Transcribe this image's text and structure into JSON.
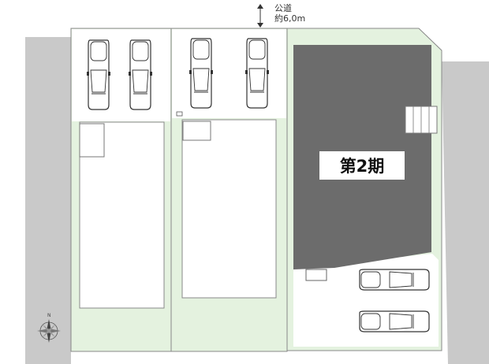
{
  "road": {
    "line1": "公道",
    "line2": "約6,0m"
  },
  "building": {
    "label": "第2期"
  },
  "compass": {
    "north": "N"
  },
  "colors": {
    "road": "#c9c9c9",
    "green": "#e4f2df",
    "lot_border": "#888888",
    "building": "#6c6c6c",
    "white": "#ffffff"
  },
  "icons": [
    "car-icon",
    "compass-icon",
    "stairs-icon"
  ]
}
